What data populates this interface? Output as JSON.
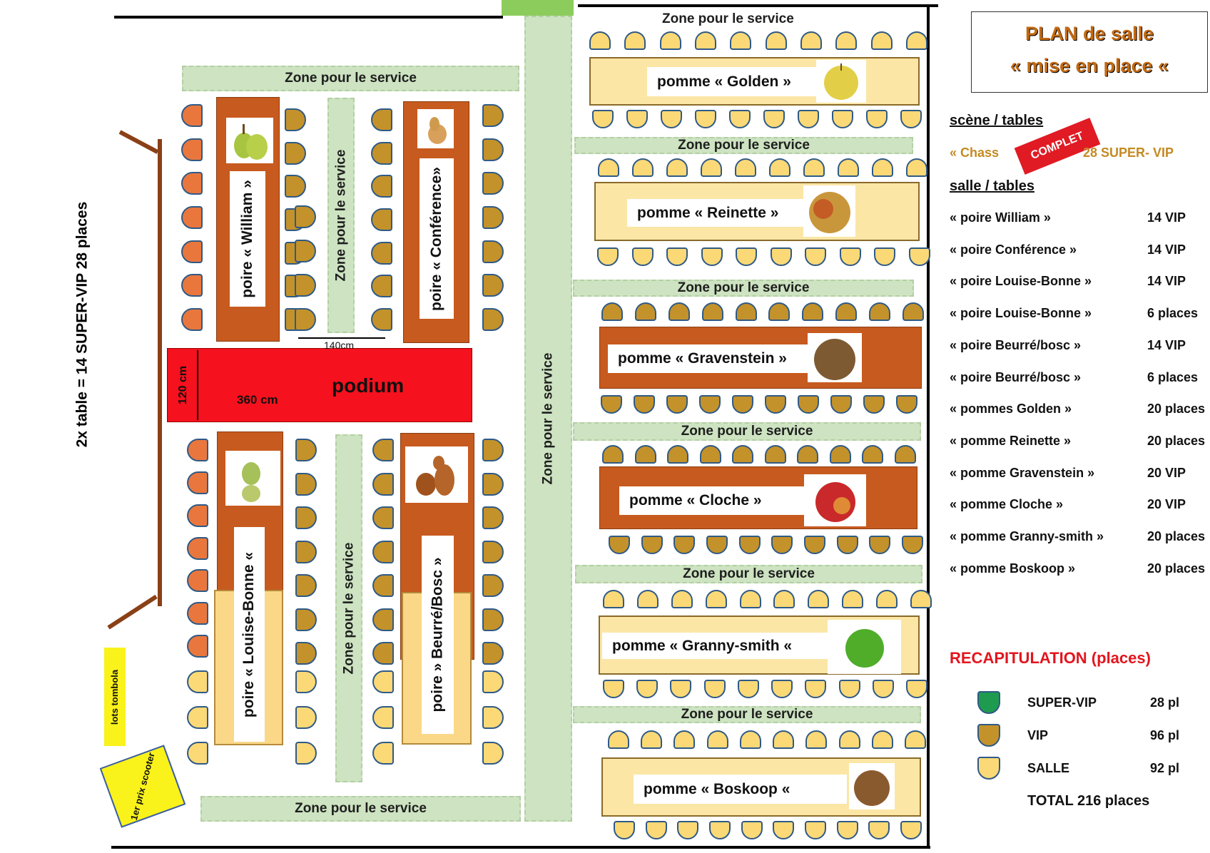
{
  "title": {
    "line1": "PLAN de salle",
    "line2": "«  mise en place «"
  },
  "service_zone_h": "Zone pour  le service",
  "service_zone_h2": "Zone pour le  service",
  "service_zone_h3": "Zone pour le service",
  "service_zone_v": "Zone pour  le service",
  "service_zone_v2": "Zone pour  le  service",
  "super_vip_side_label": "2x table = 14  SUPER-VIP   28 places",
  "podium": {
    "label": "podium",
    "width": "360 cm",
    "height": "120 cm",
    "gap": "140cm"
  },
  "tombola": {
    "lots": "lots  tombola",
    "prize": "1er prix  scooter"
  },
  "tables": {
    "golden": "pomme « Golden »",
    "reinette": "pomme « Reinette »",
    "gravenstein": "pomme «  Gravenstein »",
    "cloche": "pomme « Cloche »",
    "granny": "pomme  « Granny-smith «",
    "boskoop": "pomme  « Boskoop «",
    "william": "poire « William »",
    "conference": "poire « Conférence»",
    "louise": "poire «  Louise-Bonne «",
    "beurre": "poire » Beurré/Bosc »"
  },
  "legend": {
    "scene_heading": "scène / tables",
    "chasse": "« Chass",
    "complet": "COMPLET",
    "chasse_count": "28 SUPER- VIP",
    "salle_heading": "salle / tables",
    "rows": [
      {
        "name": "« poire William »",
        "count": "14 VIP"
      },
      {
        "name": "« poire Conférence »",
        "count": "14 VIP"
      },
      {
        "name": "« poire Louise-Bonne »",
        "count": "14 VIP"
      },
      {
        "name": "« poire Louise-Bonne »",
        "count": "6 places"
      },
      {
        "name": "« poire Beurré/bosc »",
        "count": "14 VIP"
      },
      {
        "name": "« poire Beurré/bosc »",
        "count": "6 places"
      },
      {
        "name": "« pommes Golden »",
        "count": "20 places"
      },
      {
        "name": "« pomme Reinette »",
        "count": "20 places"
      },
      {
        "name": "« pomme Gravenstein »",
        "count": "20 VIP"
      },
      {
        "name": "« pomme Cloche »",
        "count": "20 VIP"
      },
      {
        "name": "« pomme Granny-smith »",
        "count": "20 places"
      },
      {
        "name": "« pomme Boskoop »",
        "count": "20 places"
      }
    ]
  },
  "recap": {
    "heading": "RECAPITULATION (places)",
    "rows": [
      {
        "label": "SUPER-VIP",
        "value": "28 pl"
      },
      {
        "label": "VIP",
        "value": "96 pl"
      },
      {
        "label": "SALLE",
        "value": "92 pl"
      }
    ],
    "total": "TOTAL   216 places"
  },
  "colors": {
    "vip": "#c4922a",
    "salle": "#fbd977",
    "super_vip": "#1e9b4f",
    "super_vip_seat": "#e9773d",
    "podium": "#f5111d",
    "service_zone": "#cde3c1",
    "table_rust": "#c75a1e"
  }
}
